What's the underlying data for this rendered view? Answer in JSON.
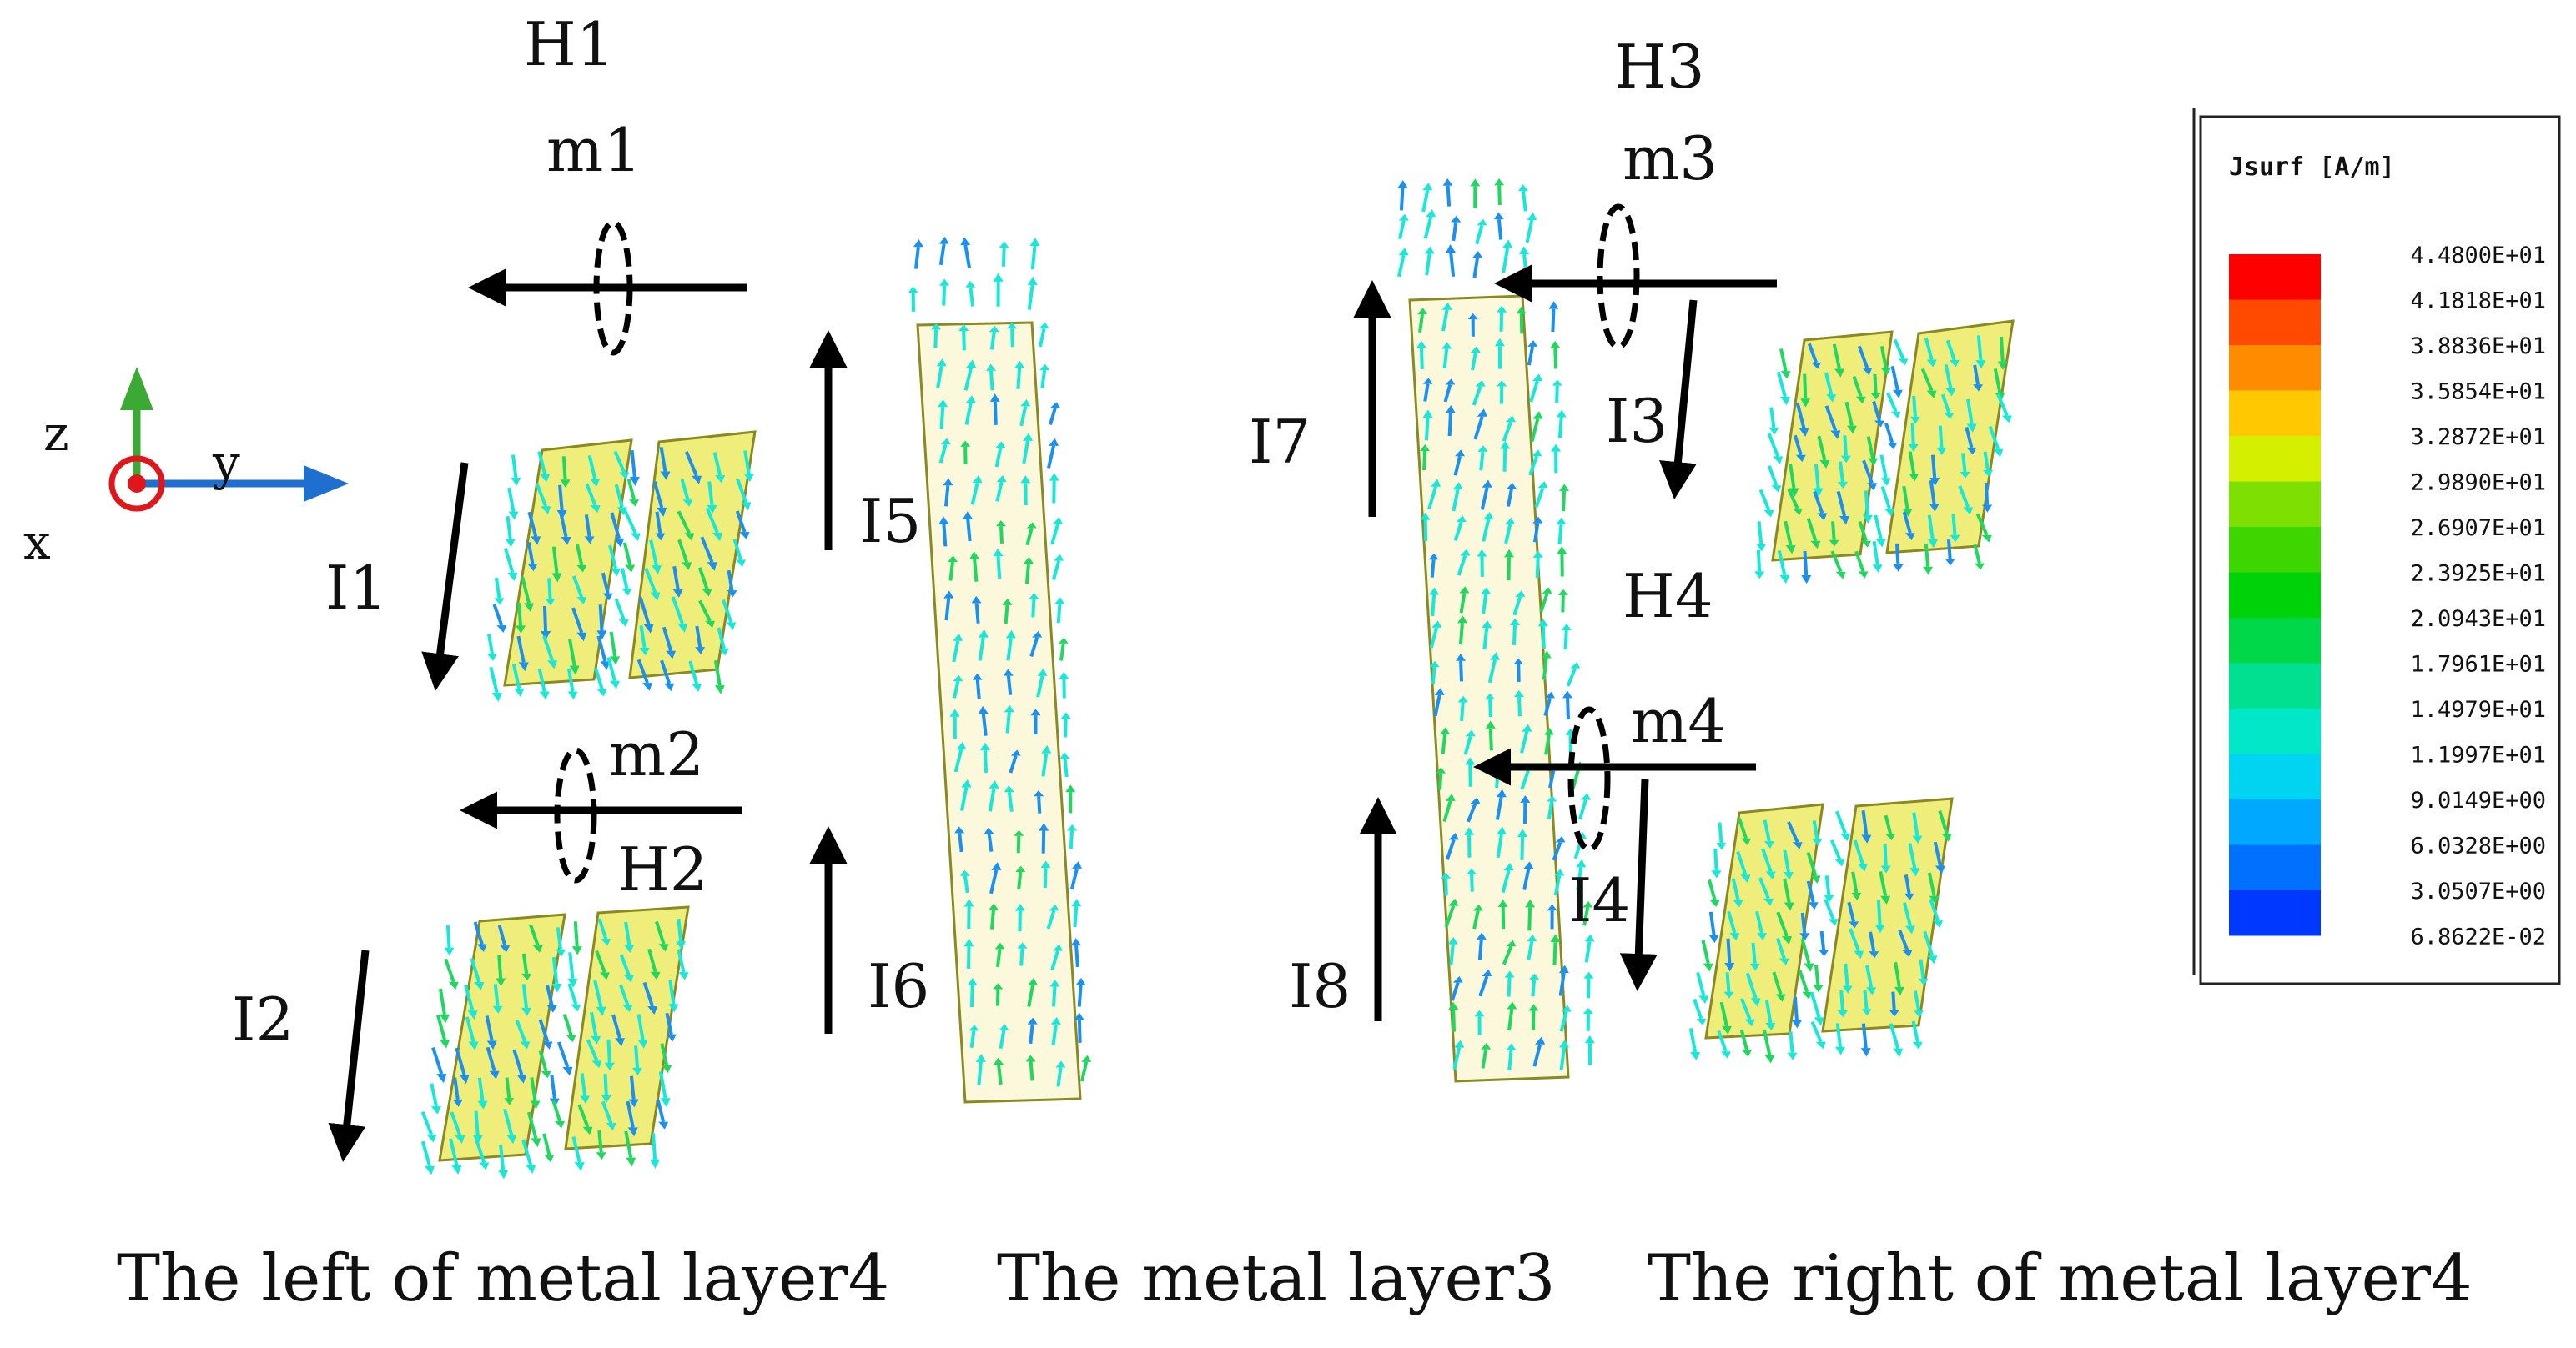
{
  "labels": {
    "H1": "H1",
    "m1": "m1",
    "I1": "I1",
    "m2": "m2",
    "H2": "H2",
    "I2": "I2",
    "I5": "I5",
    "I6": "I6",
    "H3": "H3",
    "m3": "m3",
    "I3": "I3",
    "H4": "H4",
    "m4": "m4",
    "I4": "I4",
    "I7": "I7",
    "I8": "I8"
  },
  "axes": {
    "z": "z",
    "y": "y",
    "x": "x"
  },
  "captions": {
    "left": "The left of metal layer4",
    "middle": "The metal layer3",
    "right": "The right of metal layer4"
  },
  "legend": {
    "title": "Jsurf [A/m]",
    "entries": [
      {
        "value": "4.4800E+01",
        "color": "#ff0000"
      },
      {
        "value": "4.1818E+01",
        "color": "#ff4a00"
      },
      {
        "value": "3.8836E+01",
        "color": "#ff8c00"
      },
      {
        "value": "3.5854E+01",
        "color": "#ffc800"
      },
      {
        "value": "3.2872E+01",
        "color": "#d4f000"
      },
      {
        "value": "2.9890E+01",
        "color": "#7ee000"
      },
      {
        "value": "2.6907E+01",
        "color": "#3ed600"
      },
      {
        "value": "2.3925E+01",
        "color": "#00d20a"
      },
      {
        "value": "2.0943E+01",
        "color": "#00d84a"
      },
      {
        "value": "1.7961E+01",
        "color": "#00e090"
      },
      {
        "value": "1.4979E+01",
        "color": "#00e8c8"
      },
      {
        "value": "1.1997E+01",
        "color": "#00d4f0"
      },
      {
        "value": "9.0149E+00",
        "color": "#00a8ff"
      },
      {
        "value": "6.0328E+00",
        "color": "#0070ff"
      },
      {
        "value": "3.0507E+00",
        "color": "#0038ff"
      },
      {
        "value": "6.8622E-02",
        "color": "#0000f0"
      }
    ]
  },
  "colors": {
    "conductor_fill": "#f0ee7a",
    "strip_fill": "#fbf8dc",
    "arrow_cyan": "#18e8d8",
    "arrow_blue": "#1a90f0",
    "arrow_green": "#20d860",
    "axis_z": "#3aaa35",
    "axis_y": "#1f6fd1",
    "axis_x": "#e0161b"
  }
}
